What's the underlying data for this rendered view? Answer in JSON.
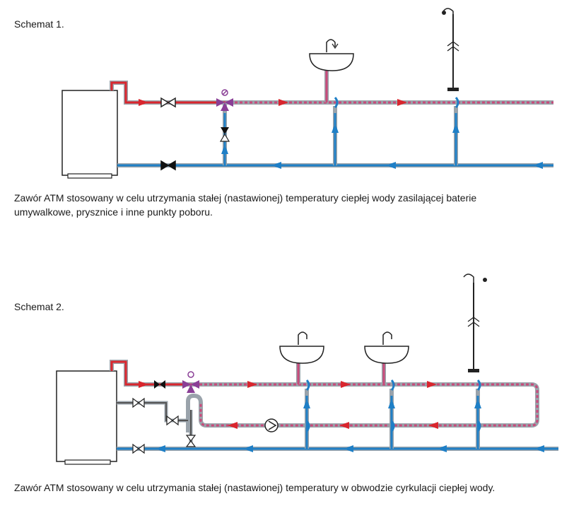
{
  "schemat1": {
    "title": "Schemat 1.",
    "caption_line1": "Zawór ATM stosowany w celu utrzymania stałej (nastawionej) temperatury ciepłej wody zasilającej baterie",
    "caption_line2": "umywalkowe, prysznice i inne punkty poboru."
  },
  "schemat2": {
    "title": "Schemat 2.",
    "caption": "Zawór ATM stosowany w celu utrzymania stałej (nastawionej) temperatury w obwodzie cyrkulacji ciepłej wody."
  },
  "colors": {
    "hot": "#d9262e",
    "cold": "#1f7fc6",
    "pipe_outline": "#9aa3ab",
    "valve_purple": "#8a3f96",
    "black": "#111111"
  },
  "icons": [
    "boiler-icon",
    "check-valve-icon",
    "thermostatic-mixing-valve-icon",
    "washbasin-icon",
    "shower-icon",
    "circulation-pump-icon"
  ]
}
